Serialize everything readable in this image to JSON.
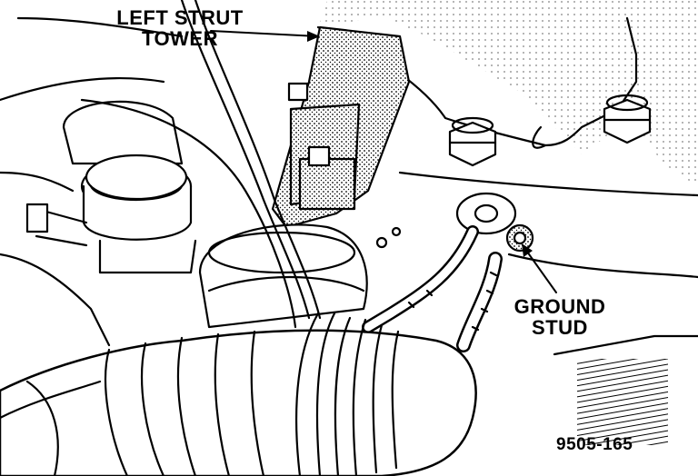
{
  "labels": {
    "left_strut_tower": [
      "LEFT STRUT",
      "TOWER"
    ],
    "ground_stud": [
      "GROUND",
      "STUD"
    ],
    "figure_number": "9505-165"
  },
  "colors": {
    "ink": "#000000",
    "paper": "#ffffff",
    "shade": "#9a9a9a"
  }
}
